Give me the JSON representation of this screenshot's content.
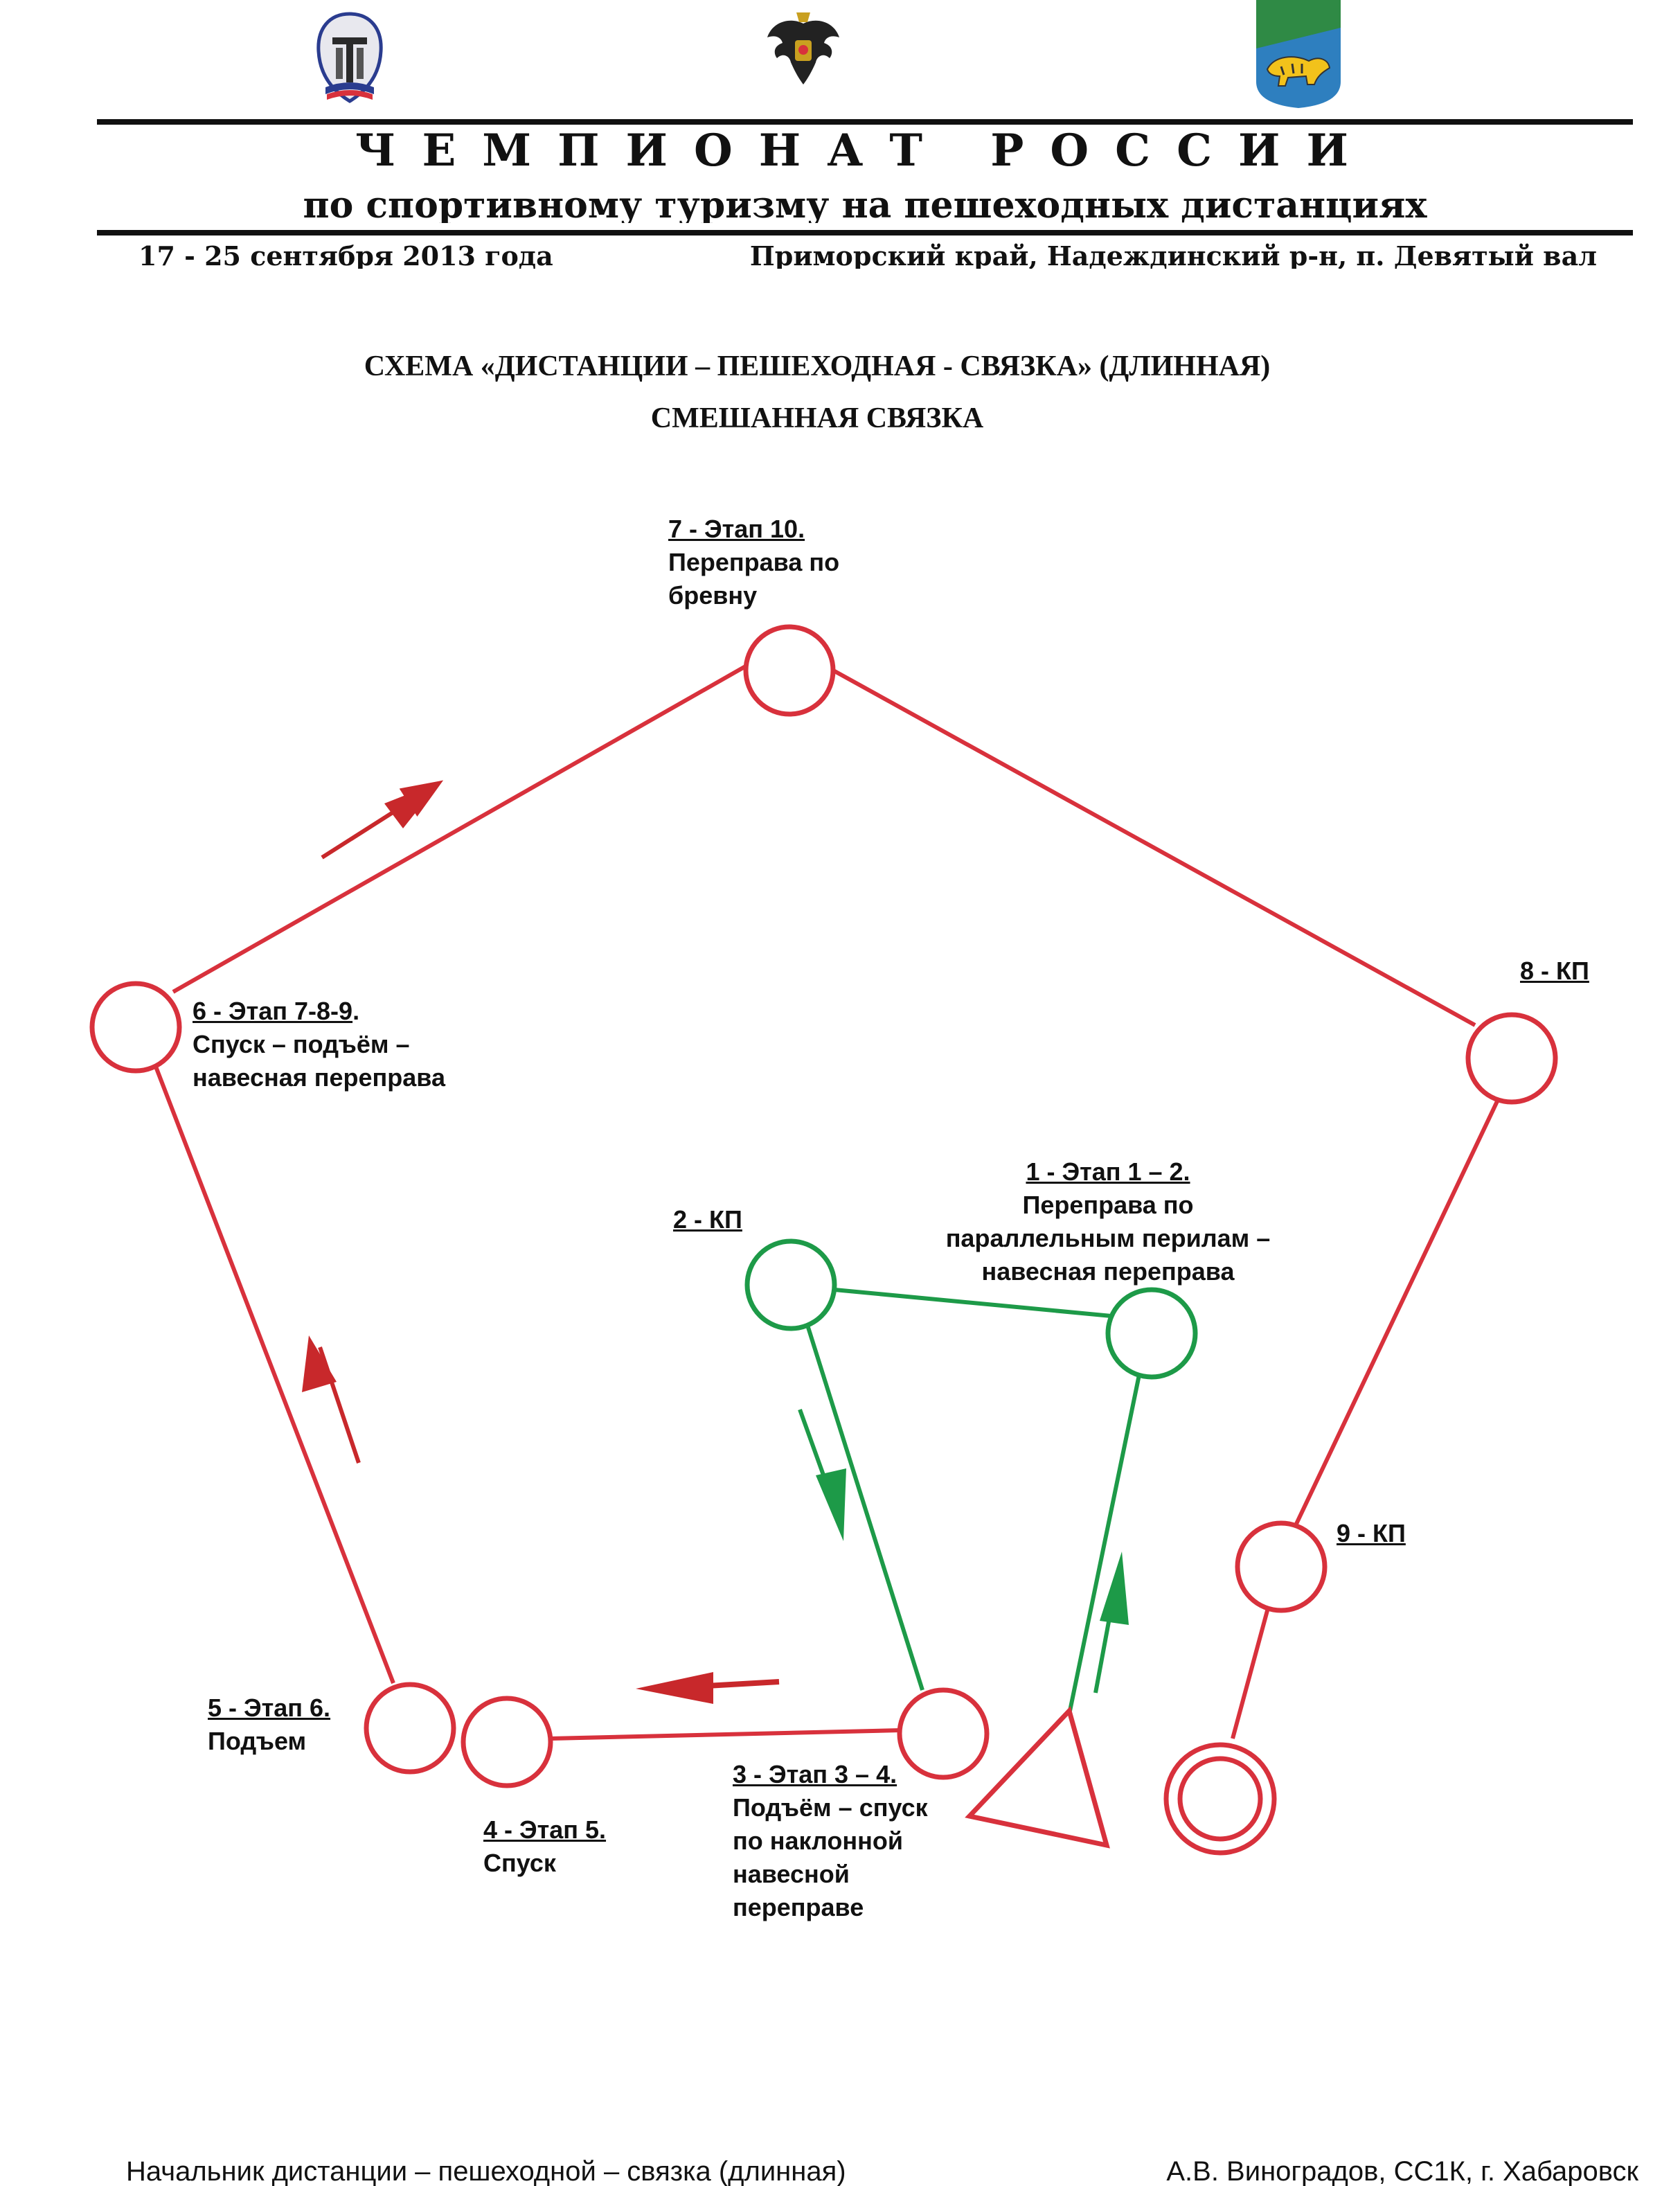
{
  "header": {
    "emblems": [
      {
        "icon": "federation-logo-icon"
      },
      {
        "icon": "double-headed-eagle-icon"
      },
      {
        "icon": "primorye-tiger-coat-of-arms-icon"
      }
    ],
    "championship": "ЧЕМПИОНАТ РОССИИ",
    "subtitle": "по спортивному туризму на пешеходных дистанциях",
    "dates": "17 - 25 сентября 2013 года",
    "location": "Приморский край, Надеждинский р-н, п. Девятый вал"
  },
  "scheme": {
    "title": "СХЕМА «ДИСТАНЦИИ – ПЕШЕХОДНАЯ - СВЯЗКА» (ДЛИННАЯ)",
    "subtitle": "СМЕШАННАЯ СВЯЗКА"
  },
  "colors": {
    "main_route": "#d8313c",
    "link_route": "#1d9a48",
    "arrow_red": "#c8282b",
    "arrow_green": "#1d9a48"
  },
  "nodes": [
    {
      "id": "n1",
      "heading": "1 - Этап 1 – 2.",
      "text": "Переправа по\nпараллельным перилам –\nнавесная переправа"
    },
    {
      "id": "n2",
      "heading": "2 - КП",
      "text": ""
    },
    {
      "id": "n3",
      "heading": "3 - Этап 3 – 4.",
      "text": "Подъём – спуск\nпо наклонной\nнавесной\nпереправе"
    },
    {
      "id": "n4",
      "heading": "4 - Этап 5.",
      "text": "Спуск"
    },
    {
      "id": "n5",
      "heading": "5 - Этап 6.",
      "text": "Подъем"
    },
    {
      "id": "n6",
      "heading": "6 - Этап 7-8-9",
      "suffix": ".",
      "text": " Спуск – подъём –\nнавесная переправа"
    },
    {
      "id": "n7",
      "heading": "7 - Этап 10.",
      "text": "Переправа по\nбревну"
    },
    {
      "id": "n8",
      "heading": "8 - КП",
      "text": ""
    },
    {
      "id": "n9",
      "heading": "9 - КП",
      "text": ""
    }
  ],
  "footer": {
    "left": "Начальник дистанции – пешеходной – связка (длинная)",
    "right": "А.В. Виноградов, СС1К, г. Хабаровск"
  }
}
